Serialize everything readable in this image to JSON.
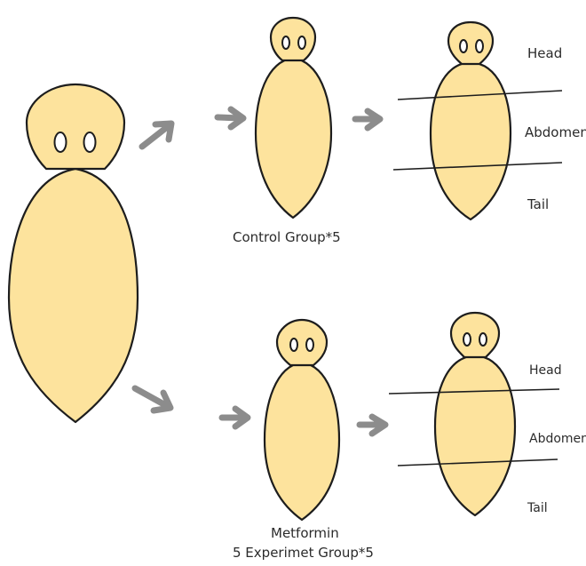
{
  "colors": {
    "body_fill": "#fde39d",
    "outline": "#1d1d1d",
    "eye_fill": "#ffffff",
    "arrow": "#8c8c8c",
    "text": "#2b2b2b"
  },
  "control": {
    "group_label": "Control Group*5",
    "segments": [
      "Head",
      "Abdomen",
      "Tail"
    ]
  },
  "experiment": {
    "treatment_label": "Metformin",
    "group_label": "5 Experimet Group*5",
    "segments": [
      "Head",
      "Abdomen",
      "Tail"
    ]
  }
}
